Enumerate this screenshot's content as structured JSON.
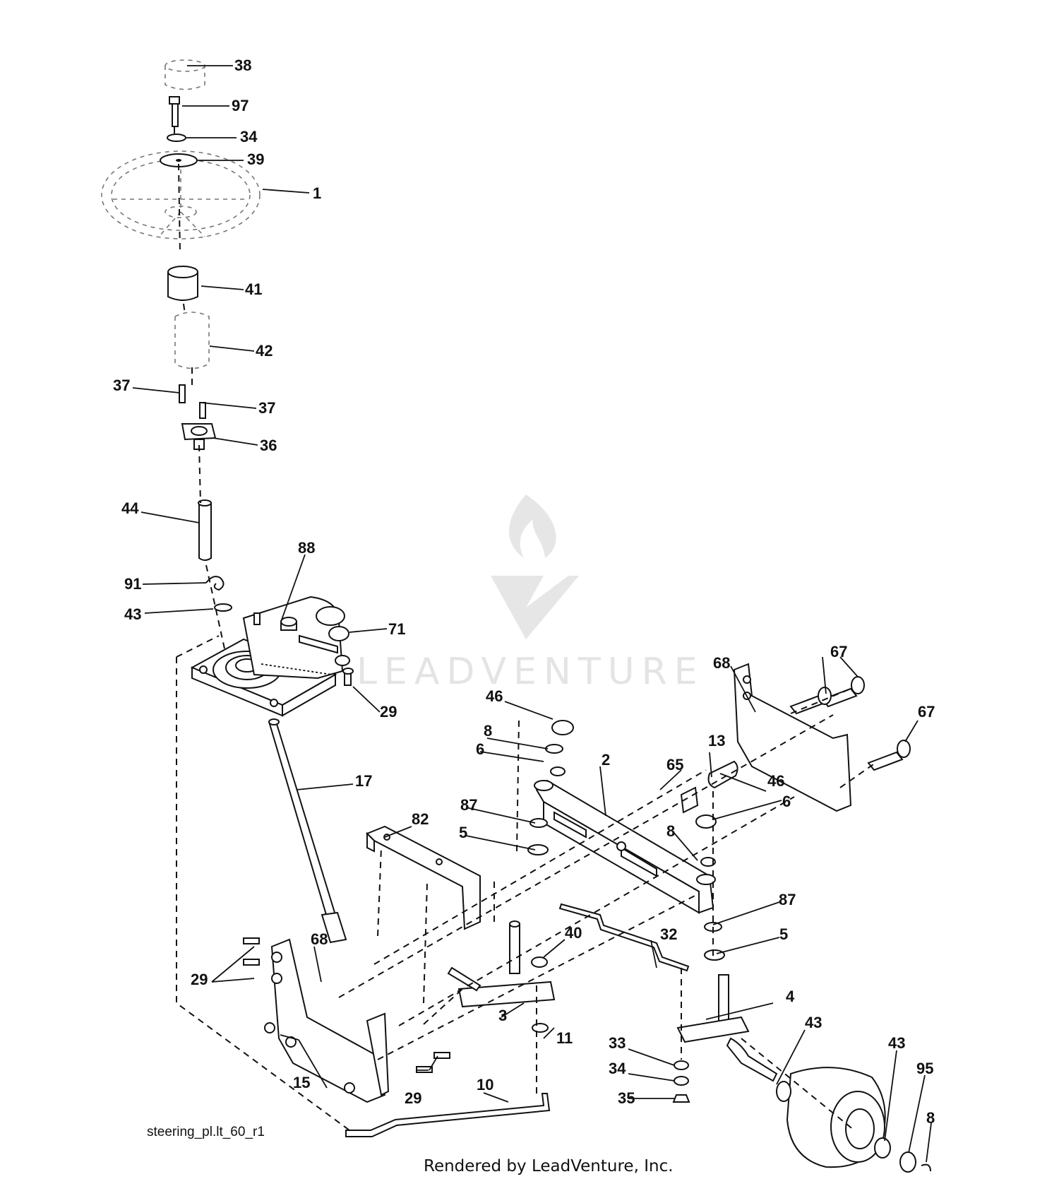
{
  "diagram": {
    "caption": "steering_pl.lt_60_r1",
    "footer": "Rendered by LeadVenture, Inc.",
    "watermark": "LEADVENTURE",
    "callouts": [
      "38",
      "97",
      "34",
      "39",
      "1",
      "41",
      "42",
      "37",
      "37",
      "36",
      "44",
      "88",
      "91",
      "43",
      "71",
      "29",
      "46",
      "8",
      "6",
      "67",
      "68",
      "13",
      "65",
      "67",
      "46",
      "6",
      "17",
      "2",
      "87",
      "5",
      "82",
      "8",
      "87",
      "5",
      "40",
      "32",
      "68",
      "29",
      "3",
      "4",
      "43",
      "11",
      "33",
      "34",
      "43",
      "95",
      "15",
      "29",
      "10",
      "35",
      "8"
    ]
  }
}
